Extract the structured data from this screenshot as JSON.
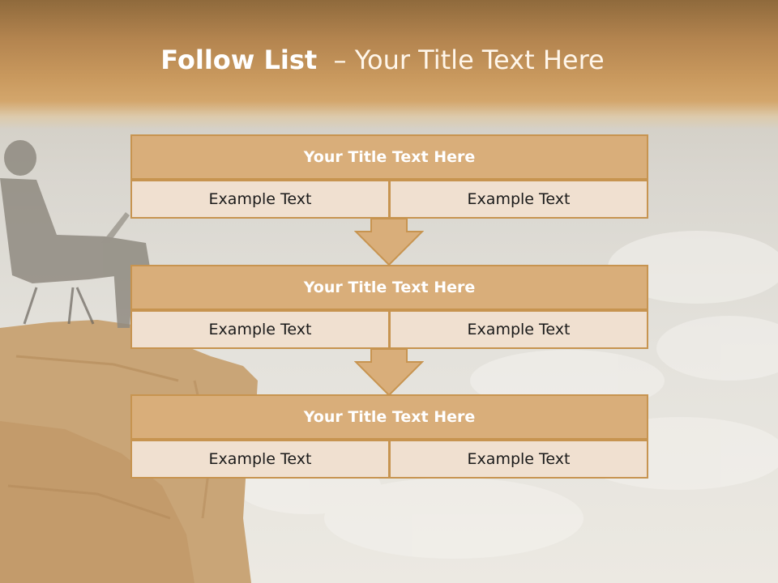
{
  "title": {
    "bold": "Follow List",
    "rest": "  – Your Title Text Here"
  },
  "steps": [
    {
      "title": "Your Title Text Here",
      "left": "Example Text",
      "right": "Example Text"
    },
    {
      "title": "Your Title Text Here",
      "left": "Example Text",
      "right": "Example Text"
    },
    {
      "title": "Your Title Text Here",
      "left": "Example Text",
      "right": "Example Text"
    }
  ],
  "colors": {
    "header": "#b3844f",
    "box_title": "#d9ae7a",
    "box_border": "#c79450",
    "cell": "#f0e0d0"
  }
}
